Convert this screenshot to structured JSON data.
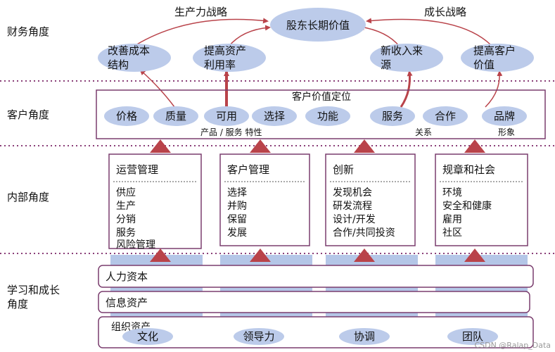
{
  "perspectives": {
    "financial": "财务角度",
    "customer": "客户角度",
    "internal": "内部角度",
    "learning_line1": "学习和成长",
    "learning_line2": "角度"
  },
  "strategies": {
    "productivity": "生产力战略",
    "growth": "成长战略"
  },
  "financial_goals": {
    "shareholder_value": "股东长期价值",
    "cost_structure": [
      "改善成本",
      "结构"
    ],
    "asset_utilization": [
      "提高资产",
      "利用率"
    ],
    "new_revenue": [
      "新收入来",
      "源"
    ],
    "customer_value": [
      "提高客户",
      "价值"
    ]
  },
  "customer_value_proposition": {
    "title": "客户价值定位",
    "attributes": [
      "价格",
      "质量",
      "可用",
      "选择",
      "功能",
      "服务",
      "合作",
      "品牌"
    ],
    "group_labels": {
      "product_service": "产品 / 服务 特性",
      "relationship": "关系",
      "image": "形象"
    }
  },
  "internal_processes": [
    {
      "title": "运营管理",
      "items": [
        "供应",
        "生产",
        "分销",
        "服务",
        "风险管理"
      ]
    },
    {
      "title": "客户管理",
      "items": [
        "选择",
        "并购",
        "保留",
        "发展"
      ]
    },
    {
      "title": "创新",
      "items": [
        "发现机会",
        "研发流程",
        "设计/开发",
        "合作/共同投资"
      ]
    },
    {
      "title": "规章和社会",
      "items": [
        "环境",
        "安全和健康",
        "雇用",
        "社区"
      ]
    }
  ],
  "learning_growth": {
    "human_capital": "人力资本",
    "information_capital": "信息资产",
    "organization_capital": "组织资产",
    "culture_items": [
      "文化",
      "领导力",
      "协调",
      "团队"
    ]
  },
  "watermark": "CSDN @Ralap_Data",
  "colors": {
    "ellipse_fill": "#bccbea",
    "box_border": "#7a3d6e",
    "arrow_red": "#b9434a",
    "divider": "#8a3f78",
    "learning_strip": "#b4c6e7"
  }
}
